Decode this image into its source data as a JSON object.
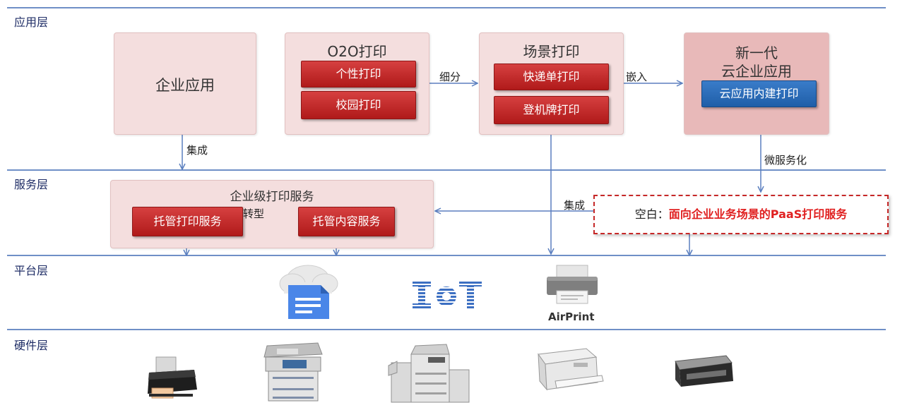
{
  "layers": {
    "app": "应用层",
    "service": "服务层",
    "platform": "平台层",
    "hardware": "硬件层"
  },
  "app_layer": {
    "enterprise_app": "企业应用",
    "o2o": {
      "title": "O2O打印",
      "items": [
        "个性打印",
        "校园打印"
      ]
    },
    "scene": {
      "title": "场景打印",
      "items": [
        "快递单打印",
        "登机牌打印"
      ]
    },
    "cloud": {
      "title_line1": "新一代",
      "title_line2": "云企业应用",
      "item": "云应用内建打印"
    }
  },
  "edges": {
    "refine": "细分",
    "embed": "嵌入",
    "integrate_down": "集成",
    "microservice": "微服务化",
    "integrate_left": "集成",
    "transform": "转型"
  },
  "service_layer": {
    "title": "企业级打印服务",
    "hosted_print": "托管打印服务",
    "hosted_content": "托管内容服务",
    "gap_prefix": "空白：",
    "gap_highlight": "面向企业业务场景的PaaS打印服务"
  },
  "platform_layer": {
    "icons": [
      "cloud-print-icon",
      "iot-logo",
      "airprint-icon"
    ],
    "iot_text": "IoT",
    "airprint_label": "AirPrint"
  },
  "hardware_layer": {
    "devices": [
      "inkjet-printer-image",
      "multifunction-printer-image",
      "copier-image",
      "laser-printer-image",
      "photo-printer-image"
    ]
  },
  "colors": {
    "line": "#6f8fc7",
    "red_button": "#c62828",
    "blue_button": "#2a6db8",
    "pink_box": "#f4dede",
    "highlight": "#e02020"
  }
}
